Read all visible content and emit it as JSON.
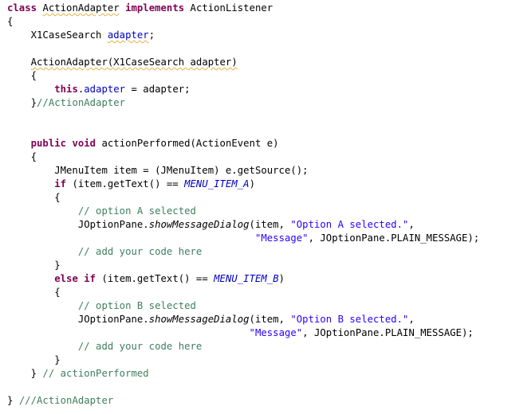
{
  "editor": {
    "lines": [
      [
        {
          "t": "class",
          "k": "kw"
        },
        {
          "t": " "
        },
        {
          "t": "ActionAdapter",
          "k": "squig"
        },
        {
          "t": " "
        },
        {
          "t": "implements",
          "k": "kw"
        },
        {
          "t": " ActionListener"
        }
      ],
      [
        {
          "t": "{"
        }
      ],
      [
        {
          "t": "    X1CaseSearch "
        },
        {
          "t": "adapter",
          "k": "fld squig"
        },
        {
          "t": ";"
        }
      ],
      [
        {
          "t": ""
        }
      ],
      [
        {
          "t": "    "
        },
        {
          "t": "ActionAdapter(X1CaseSearch adapter)",
          "k": "squig"
        }
      ],
      [
        {
          "t": "    {"
        }
      ],
      [
        {
          "t": "        "
        },
        {
          "t": "this",
          "k": "kw"
        },
        {
          "t": "."
        },
        {
          "t": "adapter",
          "k": "fld"
        },
        {
          "t": " = adapter;"
        }
      ],
      [
        {
          "t": "    }"
        },
        {
          "t": "//ActionAdapter",
          "k": "cmt"
        }
      ],
      [
        {
          "t": ""
        }
      ],
      [
        {
          "t": ""
        }
      ],
      [
        {
          "t": "    "
        },
        {
          "t": "public",
          "k": "kw"
        },
        {
          "t": " "
        },
        {
          "t": "void",
          "k": "kw"
        },
        {
          "t": " actionPerformed(ActionEvent e)"
        }
      ],
      [
        {
          "t": "    {"
        }
      ],
      [
        {
          "t": "        JMenuItem item = (JMenuItem) e.getSource();"
        }
      ],
      [
        {
          "t": "        "
        },
        {
          "t": "if",
          "k": "kw"
        },
        {
          "t": " (item.getText() == "
        },
        {
          "t": "MENU_ITEM_A",
          "k": "sfld"
        },
        {
          "t": ")"
        }
      ],
      [
        {
          "t": "        {"
        }
      ],
      [
        {
          "t": "            "
        },
        {
          "t": "// option A selected",
          "k": "cmt"
        }
      ],
      [
        {
          "t": "            JOptionPane."
        },
        {
          "t": "showMessageDialog",
          "k": "itl"
        },
        {
          "t": "(item, "
        },
        {
          "t": "\"Option A selected.\"",
          "k": "str"
        },
        {
          "t": ","
        }
      ],
      [
        {
          "t": "                                          "
        },
        {
          "t": "\"Message\"",
          "k": "str"
        },
        {
          "t": ", JOptionPane.PLAIN_MESSAGE);"
        }
      ],
      [
        {
          "t": "            "
        },
        {
          "t": "// add your code here",
          "k": "cmt"
        }
      ],
      [
        {
          "t": "        }"
        }
      ],
      [
        {
          "t": "        "
        },
        {
          "t": "else",
          "k": "kw"
        },
        {
          "t": " "
        },
        {
          "t": "if",
          "k": "kw"
        },
        {
          "t": " (item.getText() == "
        },
        {
          "t": "MENU_ITEM_B",
          "k": "sfld"
        },
        {
          "t": ")"
        }
      ],
      [
        {
          "t": "        {"
        }
      ],
      [
        {
          "t": "            "
        },
        {
          "t": "// option B selected",
          "k": "cmt"
        }
      ],
      [
        {
          "t": "            JOptionPane."
        },
        {
          "t": "showMessageDialog",
          "k": "itl"
        },
        {
          "t": "(item, "
        },
        {
          "t": "\"Option B selected.\"",
          "k": "str"
        },
        {
          "t": ","
        }
      ],
      [
        {
          "t": "                                         "
        },
        {
          "t": "\"Message\"",
          "k": "str"
        },
        {
          "t": ", JOptionPane.PLAIN_MESSAGE);"
        }
      ],
      [
        {
          "t": "            "
        },
        {
          "t": "// add your code here",
          "k": "cmt"
        }
      ],
      [
        {
          "t": "        }"
        }
      ],
      [
        {
          "t": "    } "
        },
        {
          "t": "// actionPerformed",
          "k": "cmt"
        }
      ],
      [
        {
          "t": ""
        }
      ],
      [
        {
          "t": "} "
        },
        {
          "t": "///ActionAdapter",
          "k": "cmt"
        }
      ]
    ]
  }
}
